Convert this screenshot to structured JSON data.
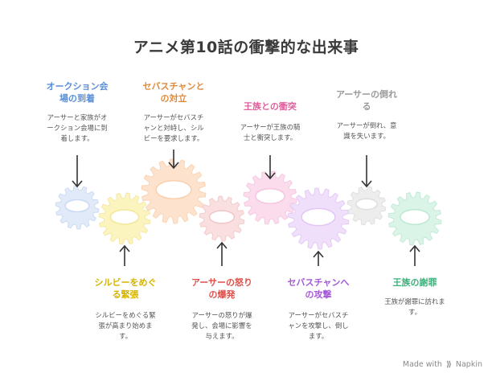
{
  "title": "アニメ第10話の衝撃的な出来事",
  "top_steps": [
    {
      "title": "オークション会場の到着",
      "title_lines": [
        "オークション会",
        "場の到着"
      ],
      "desc_lines": [
        "アーサーと家族がオ",
        "ークション会場に到",
        "着します。"
      ],
      "color": "#5a8fd8"
    },
    {
      "title": "セバスチャンとの対立",
      "title_lines": [
        "セバスチャンと",
        "の対立"
      ],
      "desc_lines": [
        "アーサーがセバスチ",
        "ャンと対峙し、シル",
        "ビーを要求します。"
      ],
      "color": "#e08a3c"
    },
    {
      "title": "王族との衝突",
      "title_lines": [
        "王族との衝突"
      ],
      "desc_lines": [
        "アーサーが王族の騎",
        "士と衝突します。"
      ],
      "color": "#e0609e"
    },
    {
      "title": "アーサーの倒れる",
      "title_lines": [
        "アーサーの倒れ",
        "る"
      ],
      "desc_lines": [
        "アーサーが倒れ、意",
        "識を失います。"
      ],
      "color": "#9a9a9a"
    }
  ],
  "bottom_steps": [
    {
      "title": "シルビーをめぐる緊張",
      "title_lines": [
        "シルビーをめぐ",
        "る緊張"
      ],
      "desc_lines": [
        "シルビーをめぐる緊",
        "張が高まり始めま",
        "す。"
      ],
      "color": "#d6b400"
    },
    {
      "title": "アーサーの怒りの爆発",
      "title_lines": [
        "アーサーの怒り",
        "の爆発"
      ],
      "desc_lines": [
        "アーサーの怒りが爆",
        "発し、会場に影響を",
        "与えます。"
      ],
      "color": "#e0504a"
    },
    {
      "title": "セバスチャンへの攻撃",
      "title_lines": [
        "セバスチャンへ",
        "の攻撃"
      ],
      "desc_lines": [
        "アーサーがセバスチ",
        "ャンを攻撃し、倒し",
        "ます。"
      ],
      "color": "#a45ad8"
    },
    {
      "title": "王族の謝罪",
      "title_lines": [
        "王族の謝罪"
      ],
      "desc_lines": [
        "王族が謝罪に訪れま",
        "す。"
      ],
      "color": "#3bb27a"
    }
  ],
  "gears": [
    {
      "fill": "#dde8f8",
      "stroke": "#c9d9f1"
    },
    {
      "fill": "#fbf3b9",
      "stroke": "#f3e79a"
    },
    {
      "fill": "#fde0c8",
      "stroke": "#f9cfae"
    },
    {
      "fill": "#f9dcdc",
      "stroke": "#f2c6c6"
    },
    {
      "fill": "#fbd9ec",
      "stroke": "#f4c4df"
    },
    {
      "fill": "#efdcfa",
      "stroke": "#e2c6f4"
    },
    {
      "fill": "#ececec",
      "stroke": "#dddddd"
    },
    {
      "fill": "#d8f3e6",
      "stroke": "#bde8d3"
    }
  ],
  "footer": {
    "made_with": "Made with",
    "brand": "Napkin"
  }
}
